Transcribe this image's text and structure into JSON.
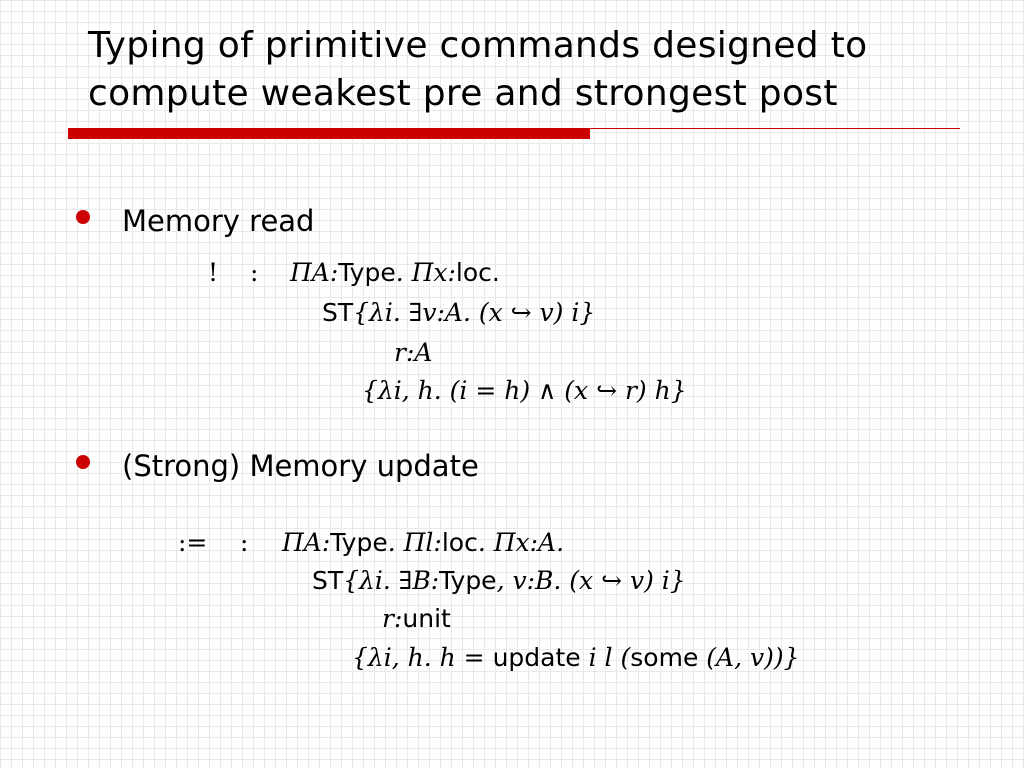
{
  "slide": {
    "title_line1": "Typing of primitive commands designed to",
    "title_line2": "compute weakest pre and strongest post",
    "accent_color": "#cc0000"
  },
  "bullets": [
    {
      "text": "Memory read",
      "formula": {
        "op": "!",
        "colon": ":",
        "line1_pre": "ΠA:",
        "line1_type": "Type",
        "line1_post": ". Πx:",
        "line1_loc": "loc.",
        "line2_st": "ST",
        "line2_math": "{λi. ∃v:A. (x ↪ v)  i}",
        "line3_math": "r:A",
        "line4_math": "{λi, h. (i = h) ∧ (x ↪ r)  h}"
      }
    },
    {
      "text": "(Strong) Memory update",
      "formula": {
        "op": ":=",
        "colon": ":",
        "line1_pre": "ΠA:",
        "line1_type": "Type",
        "line1_mid": ". Πl:",
        "line1_loc": "loc",
        "line1_post": ". Πx:A.",
        "line2_st": "ST",
        "line2_pre": "{λi. ∃B:",
        "line2_type": "Type",
        "line2_post": ", v:B. (x ↪ v)  i}",
        "line3_pre": "r:",
        "line3_unit": "unit",
        "line4_pre": "{λi, h. h = ",
        "line4_update": "update",
        "line4_mid": " i  l  (",
        "line4_some": "some",
        "line4_post": " (A, v))}"
      }
    }
  ]
}
